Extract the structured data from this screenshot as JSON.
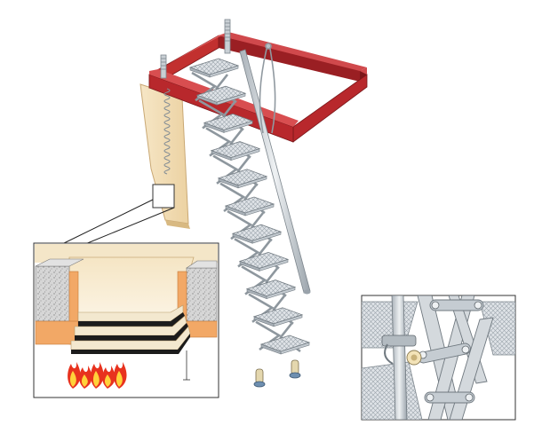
{
  "illustration": {
    "subject": "folding-scissor-loft-ladder",
    "callouts": [
      {
        "name": "fire-rated-hatch-section-detail"
      },
      {
        "name": "hinge-mechanism-closeup-detail"
      }
    ]
  },
  "colors": {
    "frame_red": "#b8282c",
    "frame_red_dark": "#8a1a1e",
    "hatch_panel": "#f3ddb6",
    "hatch_panel_edge": "#d9bd86",
    "aluminium": "#d6dbe0",
    "aluminium_dark": "#8b949c",
    "spring": "#9aa2a8",
    "insulation": "#d9d9d9",
    "seal_orange": "#f2a866",
    "gasket_black": "#1c1c1c",
    "flame_red": "#e8321e",
    "flame_yellow": "#ffd23a",
    "guide_line": "#222222"
  }
}
